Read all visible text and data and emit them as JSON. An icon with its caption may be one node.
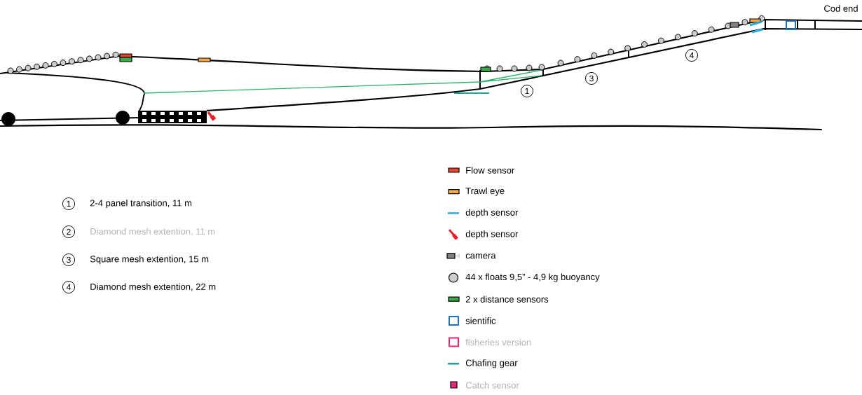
{
  "diagram": {
    "labels": [
      "Cod end",
      "1",
      "3",
      "4",
      "1",
      "2-4 panel transition, 11 m",
      "2",
      "Diamond mesh extention, 11 m",
      "3",
      "Square mesh extention, 15 m",
      "4",
      "Diamond mesh extention, 22 m"
    ],
    "legend": [
      {
        "text": "Flow sensor",
        "color": "#e8412c"
      },
      {
        "text": "Trawl eye",
        "color": "#f2a844"
      },
      {
        "text": "depth sensor"
      },
      {
        "text": "depth sensor"
      },
      {
        "text": "camera"
      },
      {
        "text": "44 x floats 9,5” - 4,9 kg buoyancy"
      },
      {
        "text": "2 x distance sensors",
        "color": "#3aaa49"
      },
      {
        "text": "sientific"
      },
      {
        "text": "fisheries version"
      },
      {
        "text": "Chafing gear"
      },
      {
        "text": "Catch sensor",
        "color": "#e6267a"
      }
    ]
  }
}
